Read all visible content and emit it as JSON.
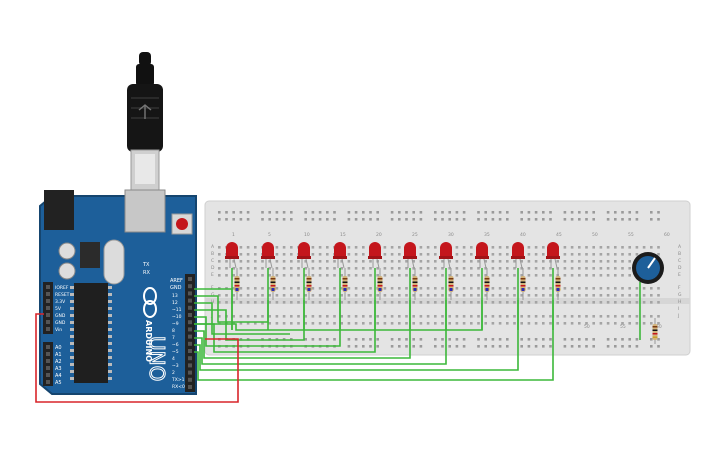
{
  "colors": {
    "board": "#1d5f9a",
    "board_dark": "#15456f",
    "breadboard": "#e4e4e4",
    "led": "#c4161c",
    "wire_green": "#3cb83a",
    "wire_red": "#d9252a"
  },
  "arduino": {
    "brand": "ARDUINO",
    "model": "UNO",
    "logo_icon": "infinity-logo",
    "aref_label": "AREF",
    "gnd_label": "GND",
    "tx_label": "TX",
    "rx_label": "RX",
    "digital_pins": [
      "13",
      "12",
      "~11",
      "~10",
      "~9",
      "8",
      "7",
      "~6",
      "~5",
      "4",
      "~3",
      "2",
      "TX>1",
      "RX<0"
    ],
    "power_pins": [
      "IOREF",
      "RESET",
      "3.3V",
      "5V",
      "GND",
      "GND",
      "Vin"
    ],
    "analog_pins": [
      "A0",
      "A1",
      "A2",
      "A3",
      "A4",
      "A5"
    ]
  },
  "breadboard": {
    "column_numbers": [
      "1",
      "5",
      "10",
      "15",
      "20",
      "25",
      "30",
      "35",
      "40",
      "45",
      "50",
      "55",
      "60"
    ],
    "lower_column_numbers": [
      "50",
      "55",
      "60"
    ],
    "row_letters_top": [
      "A",
      "B",
      "C",
      "D",
      "E"
    ],
    "row_letters_bottom": [
      "F",
      "G",
      "H",
      "I",
      "J"
    ]
  },
  "components": {
    "leds": 10,
    "resistors": 11,
    "potentiometer_icon": "potentiometer-knob",
    "usb_icon": "usb-connector"
  }
}
